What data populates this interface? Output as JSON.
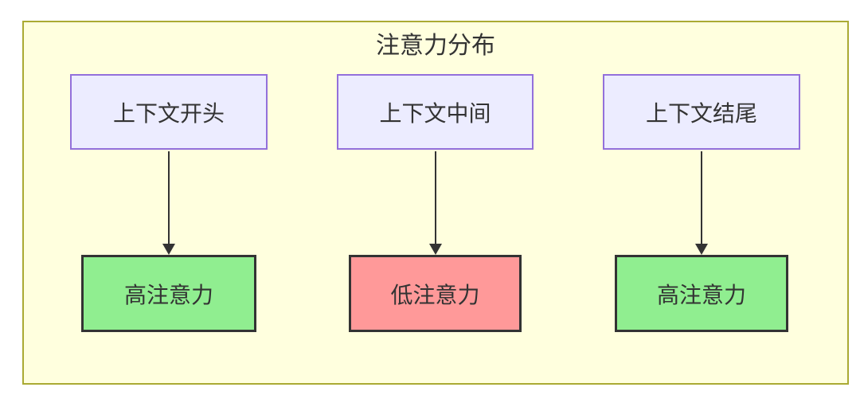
{
  "diagram": {
    "title": "注意力分布",
    "type": "flowchart-top-down",
    "columns": [
      {
        "id": "context-start",
        "source_label": "上下文开头",
        "target_label": "高注意力",
        "attention": "high"
      },
      {
        "id": "context-middle",
        "source_label": "上下文中间",
        "target_label": "低注意力",
        "attention": "low"
      },
      {
        "id": "context-end",
        "source_label": "上下文结尾",
        "target_label": "高注意力",
        "attention": "high"
      }
    ],
    "colors": {
      "canvas_bg": "#ffffff",
      "group_fill": "#ffffde",
      "group_border": "#aaaa33",
      "context_node_fill": "#ececff",
      "context_node_border": "#9370db",
      "high_attention_fill": "#90ee90",
      "low_attention_fill": "#ff9999",
      "attention_node_border": "#333333",
      "arrow_color": "#333333",
      "text_color": "#333333"
    }
  }
}
